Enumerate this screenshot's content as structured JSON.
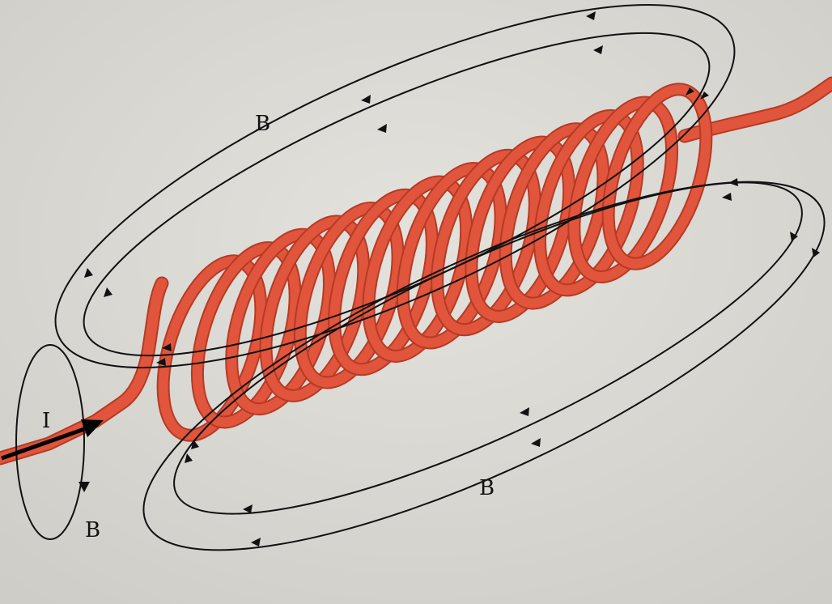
{
  "labels": {
    "current": "I",
    "field_top": "B",
    "field_bottom": "B",
    "field_wire": "B"
  },
  "colors": {
    "background": "#d9d7d1",
    "coil": "#e0553b",
    "coil_shadow": "#b63a25",
    "field_lines": "#111111",
    "current_arrow": "#000000"
  },
  "coil": {
    "turns": 14
  }
}
